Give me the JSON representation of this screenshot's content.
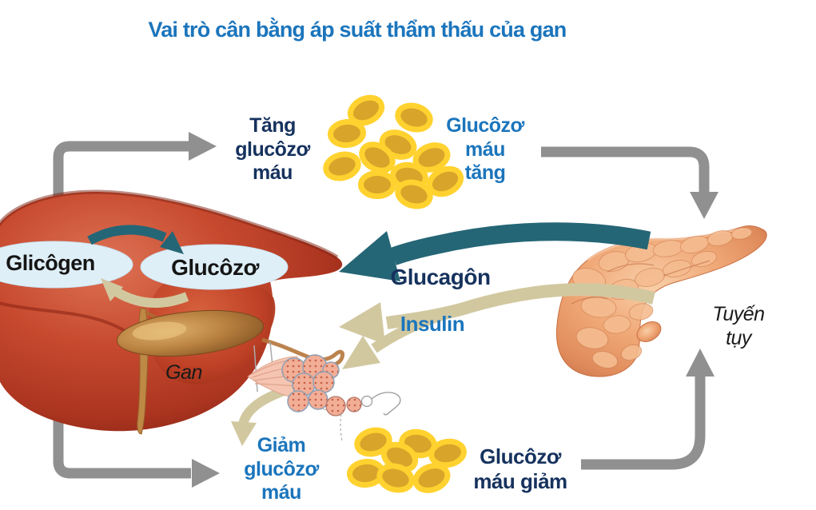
{
  "title": "Vai trò cân bằng áp suất thẩm thấu của gan",
  "labels": {
    "tang_glucozo_mau": "Tăng\nglucôzơ\nmáu",
    "glucozo_mau_tang": "Glucôzơ\nmáu\ntăng",
    "glucagon": "Glucagôn",
    "insulin": "Insulin",
    "glicogen": "Glicôgen",
    "glucozo": "Glucôzơ",
    "gan": "Gan",
    "tuyen_tuy": "Tuyến tụy",
    "giam_glucozo_mau": "Giảm\nglucôzơ\nmáu",
    "glucozo_mau_giam": "Glucôzơ\nmáu giảm"
  },
  "illustrations": {
    "liver": "liver-illustration",
    "pancreas": "pancreas-illustration",
    "islet": "pancreatic-islet-illustration",
    "glucose_top": "glucose-molecules-high",
    "glucose_bottom": "glucose-molecules-low"
  },
  "glucose": {
    "top_count": 11,
    "bottom_count": 7
  },
  "colors": {
    "title_blue": "#1B75BC",
    "navy": "#16325E",
    "light_blue": "#1B75BC",
    "teal_arrow": "#256676",
    "beige_arrow": "#D2C8A0",
    "gray_arrow": "#909090",
    "glucose_ring": "#FFD22F",
    "glucose_core": "#D8A42A",
    "label_oval": "#DFEFF8",
    "liver_red": "#C74A2F",
    "pancreas_tan": "#F0A877"
  },
  "flows": [
    {
      "from": "liver",
      "to": "tang_glucozo_mau",
      "style": "gray"
    },
    {
      "from": "glucozo_mau_tang",
      "to": "pancreas",
      "style": "gray"
    },
    {
      "from": "pancreas",
      "to": "liver",
      "label": "Glucagôn",
      "style": "teal"
    },
    {
      "from": "pancreas",
      "to": "liver-and-islet",
      "label": "Insulin",
      "style": "beige"
    },
    {
      "from": "islet",
      "to": "giam_glucozo_mau",
      "style": "beige"
    },
    {
      "from": "liver",
      "to": "giam_glucozo_mau",
      "style": "gray"
    },
    {
      "from": "glucozo_mau_giam",
      "to": "pancreas",
      "style": "gray"
    },
    {
      "from": "glicogen",
      "to": "glucozo",
      "style": "teal"
    },
    {
      "from": "glucozo",
      "to": "glicogen",
      "style": "beige"
    }
  ]
}
